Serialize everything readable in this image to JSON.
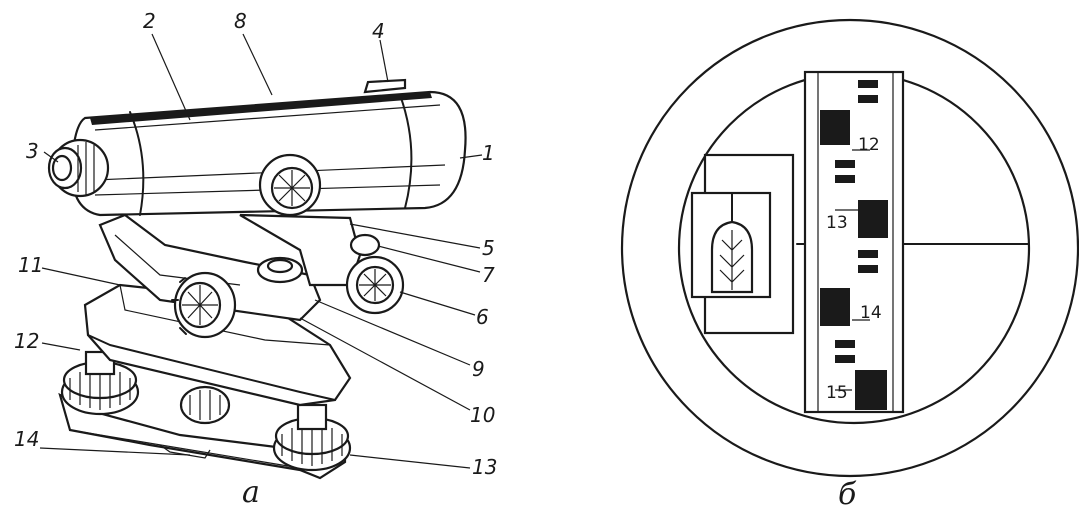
{
  "diagram": {
    "part_a": {
      "caption": "а",
      "callouts": [
        "1",
        "2",
        "3",
        "4",
        "5",
        "6",
        "7",
        "8",
        "9",
        "10",
        "11",
        "12",
        "13",
        "14"
      ]
    },
    "part_b": {
      "caption": "б",
      "staff_numbers": [
        "12",
        "13",
        "14",
        "15"
      ]
    }
  },
  "colors": {
    "ink": "#1a1a1a",
    "paper": "#ffffff"
  }
}
